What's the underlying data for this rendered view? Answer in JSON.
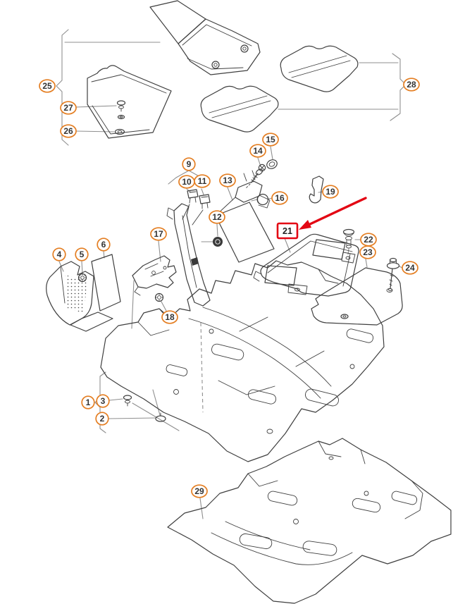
{
  "diagram": {
    "kind": "exploded-parts-diagram",
    "highlighted_item": "21"
  },
  "callouts": {
    "n1": "1",
    "n2": "2",
    "n3": "3",
    "n4": "4",
    "n5": "5",
    "n6": "6",
    "n9": "9",
    "n10": "10",
    "n11": "11",
    "n12": "12",
    "n13": "13",
    "n14": "14",
    "n15": "15",
    "n16": "16",
    "n17": "17",
    "n18": "18",
    "n19": "19",
    "n21": "21",
    "n22": "22",
    "n23": "23",
    "n24": "24",
    "n25": "25",
    "n26": "26",
    "n27": "27",
    "n28": "28",
    "n29": "29"
  },
  "colors": {
    "callout_outline": "#e47e22",
    "highlight_red": "#e30613",
    "part_line": "#3f3f3f",
    "leader_line": "#8f8f8f",
    "background": "#ffffff"
  }
}
